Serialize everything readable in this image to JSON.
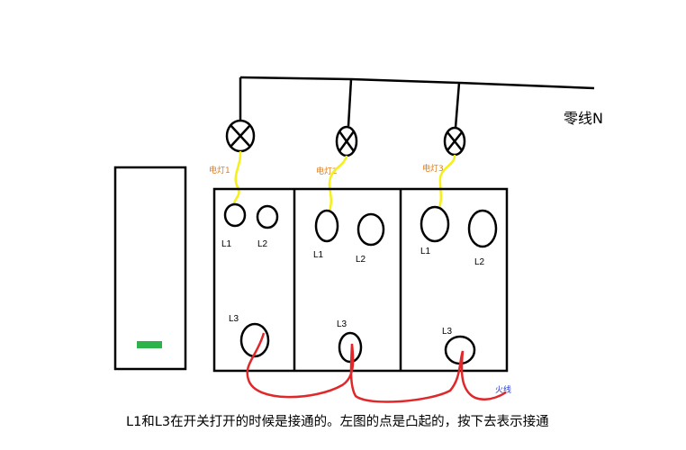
{
  "neutral_label": "零线N",
  "fire_label": "火线",
  "lamps": [
    {
      "label": "电灯1"
    },
    {
      "label": "电灯2"
    },
    {
      "label": "电灯3"
    }
  ],
  "terminals": {
    "l1": "L1",
    "l2": "L2",
    "l3": "L3"
  },
  "caption": "L1和L3在开关打开的时候是接通的。左图的点是凸起的，按下去表示接通",
  "colors": {
    "wire_black": "#000000",
    "wire_yellow": "#f5ef1a",
    "wire_red": "#e0272a",
    "indicator_green": "#2db34a",
    "lamp_label": "#e07b1a",
    "fire_label": "#2a3bd6"
  }
}
